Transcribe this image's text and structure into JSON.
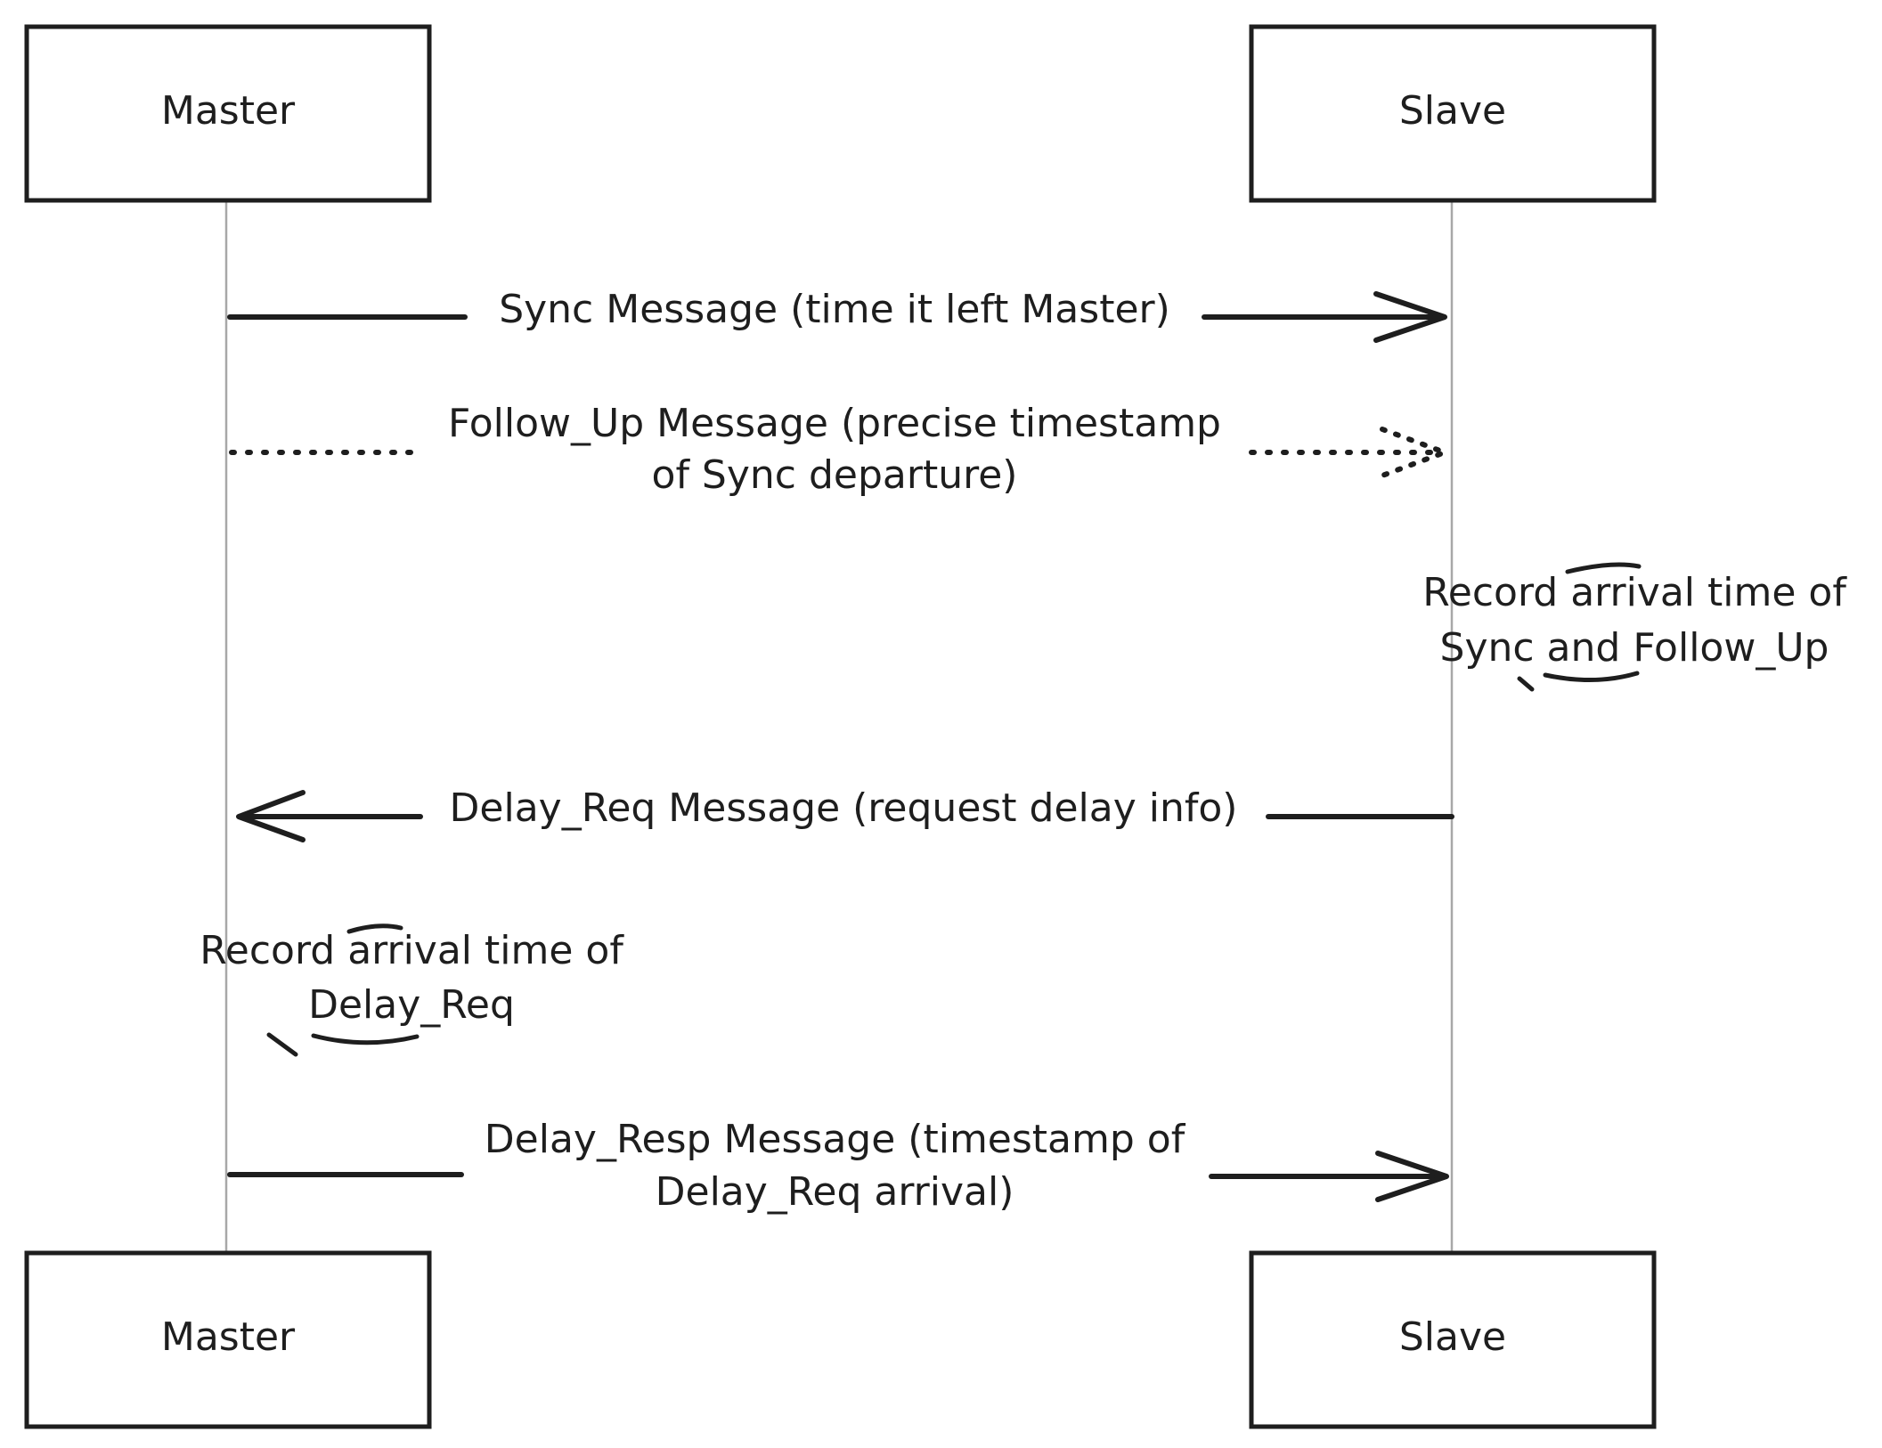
{
  "participants": {
    "master": {
      "label": "Master"
    },
    "slave": {
      "label": "Slave"
    }
  },
  "messages": [
    {
      "lines": [
        "Sync Message (time it left Master)"
      ],
      "from": "master",
      "to": "slave",
      "style": "solid"
    },
    {
      "lines": [
        "Follow_Up Message (precise timestamp",
        "of Sync departure)"
      ],
      "from": "master",
      "to": "slave",
      "style": "dotted"
    },
    {
      "lines": [
        "Delay_Req Message (request delay info)"
      ],
      "from": "slave",
      "to": "master",
      "style": "solid"
    },
    {
      "lines": [
        "Delay_Resp Message (timestamp of",
        "Delay_Req arrival)"
      ],
      "from": "master",
      "to": "slave",
      "style": "solid"
    }
  ],
  "notes": [
    {
      "participant": "slave",
      "lines": [
        "Record arrival time of",
        "Sync and Follow_Up"
      ]
    },
    {
      "participant": "master",
      "lines": [
        "Record arrival time of",
        "Delay_Req"
      ]
    }
  ],
  "colors": {
    "stroke": "#1e1e1e",
    "lifeline": "#a8a8a8",
    "background": "#ffffff"
  }
}
